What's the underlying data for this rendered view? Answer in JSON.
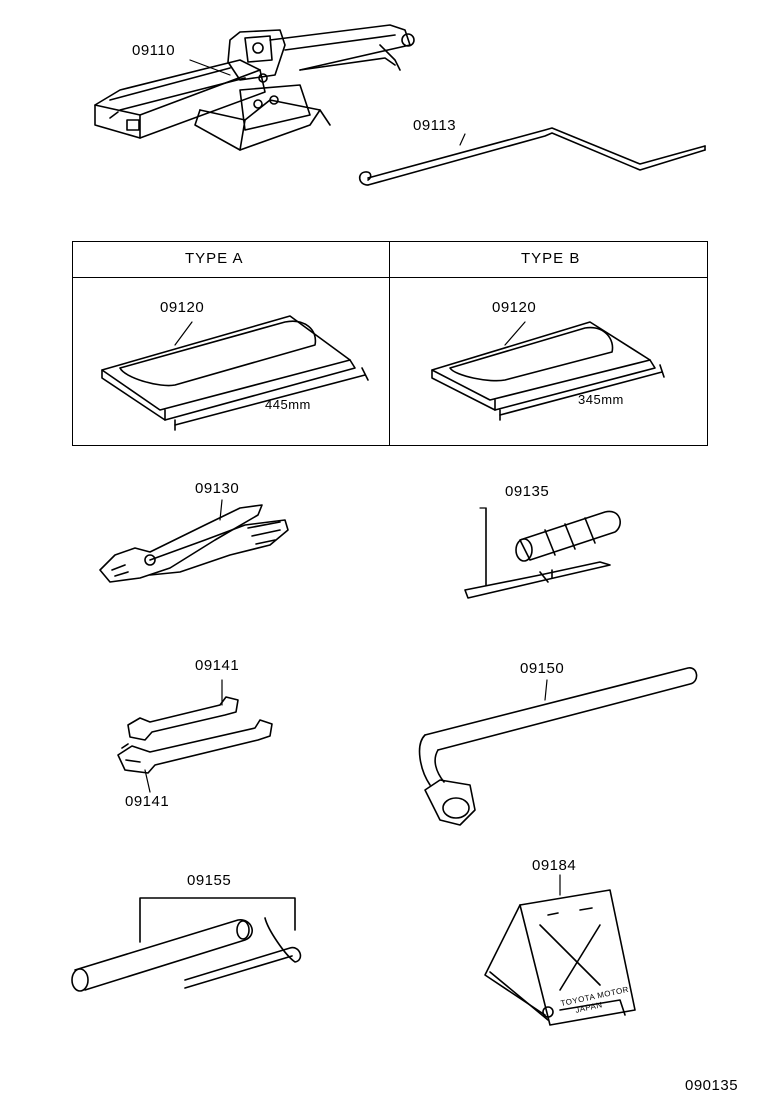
{
  "parts": {
    "jack": "09110",
    "jack_handle": "09113",
    "tool_bag_a": "09120",
    "tool_bag_b": "09120",
    "pliers": "09130",
    "screwdriver": "09135",
    "wrench_top": "09141",
    "wrench_bottom": "09141",
    "wheel_nut_wrench": "09150",
    "plug_wrench": "09155",
    "wheel_chock": "09184"
  },
  "table": {
    "type_a": "TYPE  A",
    "type_b": "TYPE  B",
    "dim_a": "445mm",
    "dim_b": "345mm"
  },
  "chock_text": {
    "line1": "TOYOTA MOTOR",
    "line2": "JAPAN"
  },
  "figure_id": "090135"
}
